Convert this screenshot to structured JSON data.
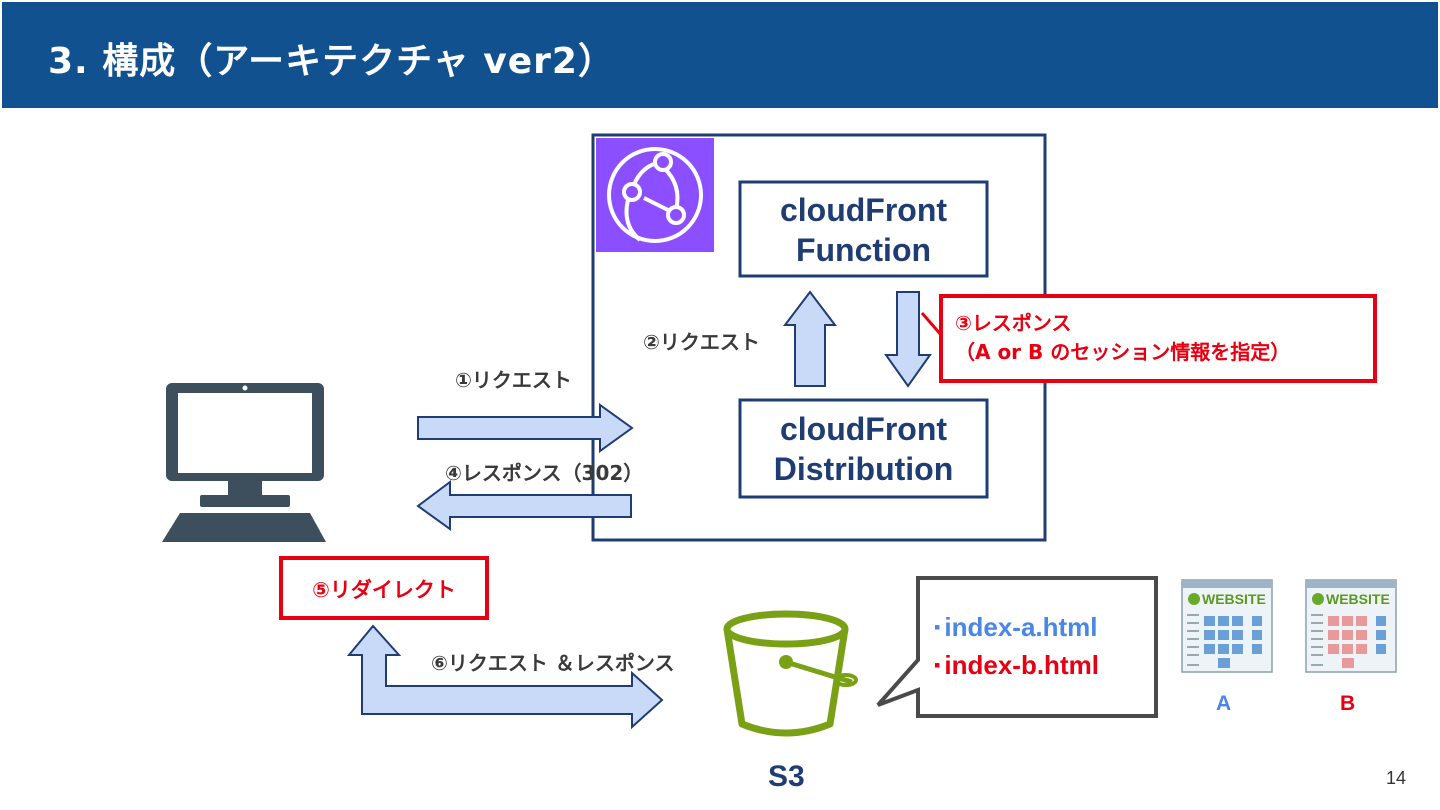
{
  "slide": {
    "title": "3. 構成（アーキテクチャ ver2）",
    "page_number": "14"
  },
  "aws_box": {
    "function_line1": "cloudFront",
    "function_line2": "Function",
    "distribution_line1": "cloudFront",
    "distribution_line2": "Distribution"
  },
  "steps": {
    "step1": "①リクエスト",
    "step2": "②リクエスト",
    "step3_line1": "③レスポンス",
    "step3_line2": "（A or B のセッション情報を指定）",
    "step4": "④レスポンス（302）",
    "step5": "⑤リダイレクト",
    "step6": "⑥リクエスト ＆レスポンス"
  },
  "s3": {
    "label": "S3",
    "files": [
      "index-a.html",
      "index-b.html"
    ],
    "file_colors": [
      "#4a86e8",
      "#e60012"
    ]
  },
  "variants": [
    {
      "label": "A",
      "color": "#4a86e8",
      "tile_color": "#6a9fd8"
    },
    {
      "label": "B",
      "color": "#e60012",
      "tile_color": "#e89a9a"
    }
  ],
  "thumbnail_heading": "WEBSITE",
  "colors": {
    "title_bar": "#11518f",
    "box_border": "#1f3c73",
    "arrow_fill": "#c9daf8",
    "arrow_stroke": "#1f3c73",
    "alert_red": "#e60012",
    "cloudfront_icon_bg": "#8c4fff",
    "s3_green": "#7aa116",
    "computer": "#3d4f5d"
  },
  "icons": [
    "computer-icon",
    "cloudfront-icon",
    "s3-bucket-icon",
    "website-thumbnail-icon"
  ]
}
